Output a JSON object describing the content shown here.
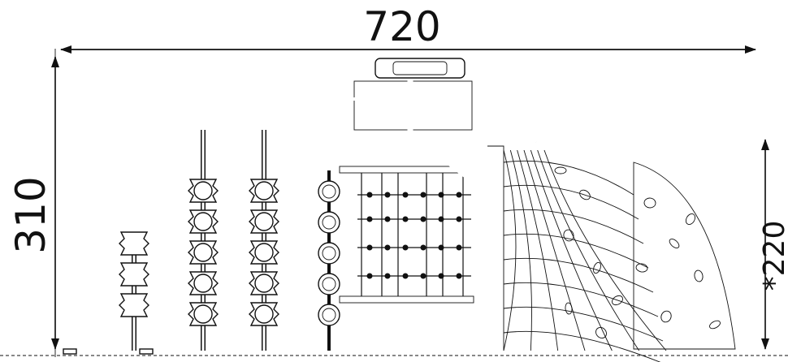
{
  "dimensions": {
    "width_label": "720",
    "height_label": "310",
    "secondary_height_label": "*220"
  },
  "colors": {
    "line": "#111111",
    "background": "#ffffff"
  }
}
